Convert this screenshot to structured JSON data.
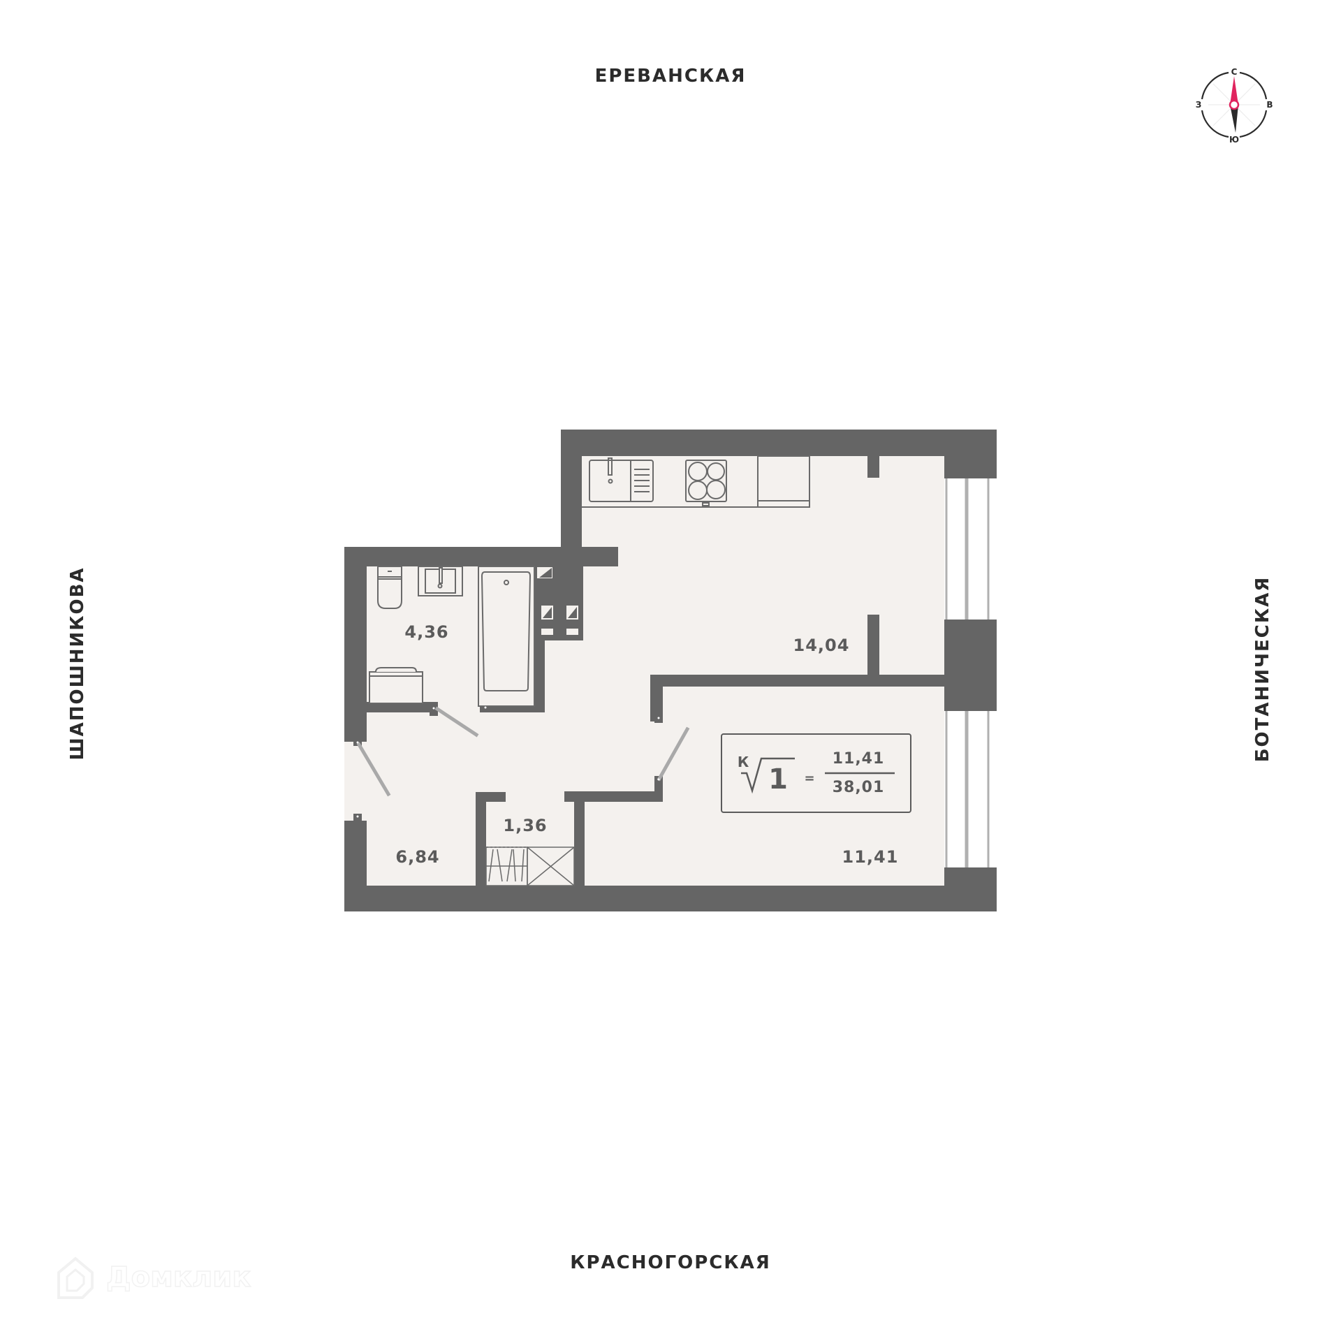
{
  "streets": {
    "north": "ЕРЕВАНСКАЯ",
    "south": "КРАСНОГОРСКАЯ",
    "west": "ШАПОШНИКОВА",
    "east": "БОТАНИЧЕСКАЯ"
  },
  "compass": {
    "north": "С",
    "south": "Ю",
    "west": "З",
    "east": "В",
    "needle_north_color": "#e0245e",
    "needle_south_color": "#2b2b2b"
  },
  "rooms": {
    "bathroom": {
      "area": "4,36"
    },
    "kitchen_living": {
      "area": "14,04"
    },
    "hallway": {
      "area": "6,84"
    },
    "closet": {
      "area": "1,36"
    },
    "bedroom": {
      "area": "11,41"
    }
  },
  "summary_badge": {
    "prefix": "К",
    "rooms_count": "1",
    "equals": "=",
    "living_area": "11,41",
    "total_area": "38,01"
  },
  "watermark": {
    "text": "Домклик"
  },
  "colors": {
    "wall": "#656565",
    "floor": "#f4f1ee",
    "fixture_line": "#6a6a6a",
    "door_leaf": "#a9a9a9",
    "window_frame": "#b0b0b0",
    "text": "#2b2b2b"
  }
}
